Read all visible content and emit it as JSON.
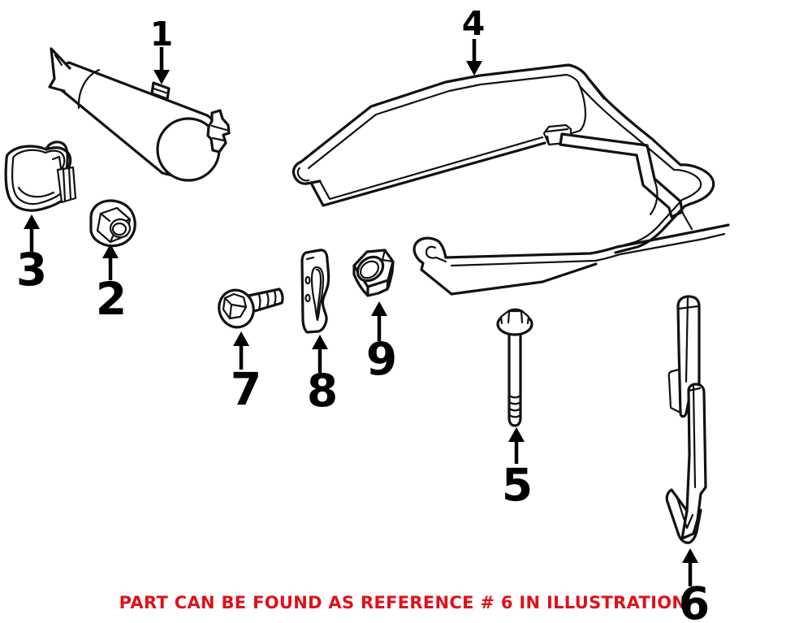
{
  "diagram": {
    "background": "#ffffff",
    "line_color": "#111111"
  },
  "callouts": [
    {
      "number": "1"
    },
    {
      "number": "2"
    },
    {
      "number": "3"
    },
    {
      "number": "4"
    },
    {
      "number": "5"
    },
    {
      "number": "6"
    },
    {
      "number": "7"
    },
    {
      "number": "8"
    },
    {
      "number": "9"
    }
  ],
  "footer": {
    "note": "PART CAN BE FOUND AS REFERENCE # 6 IN ILLUSTRATION",
    "color": "#e0111a"
  }
}
